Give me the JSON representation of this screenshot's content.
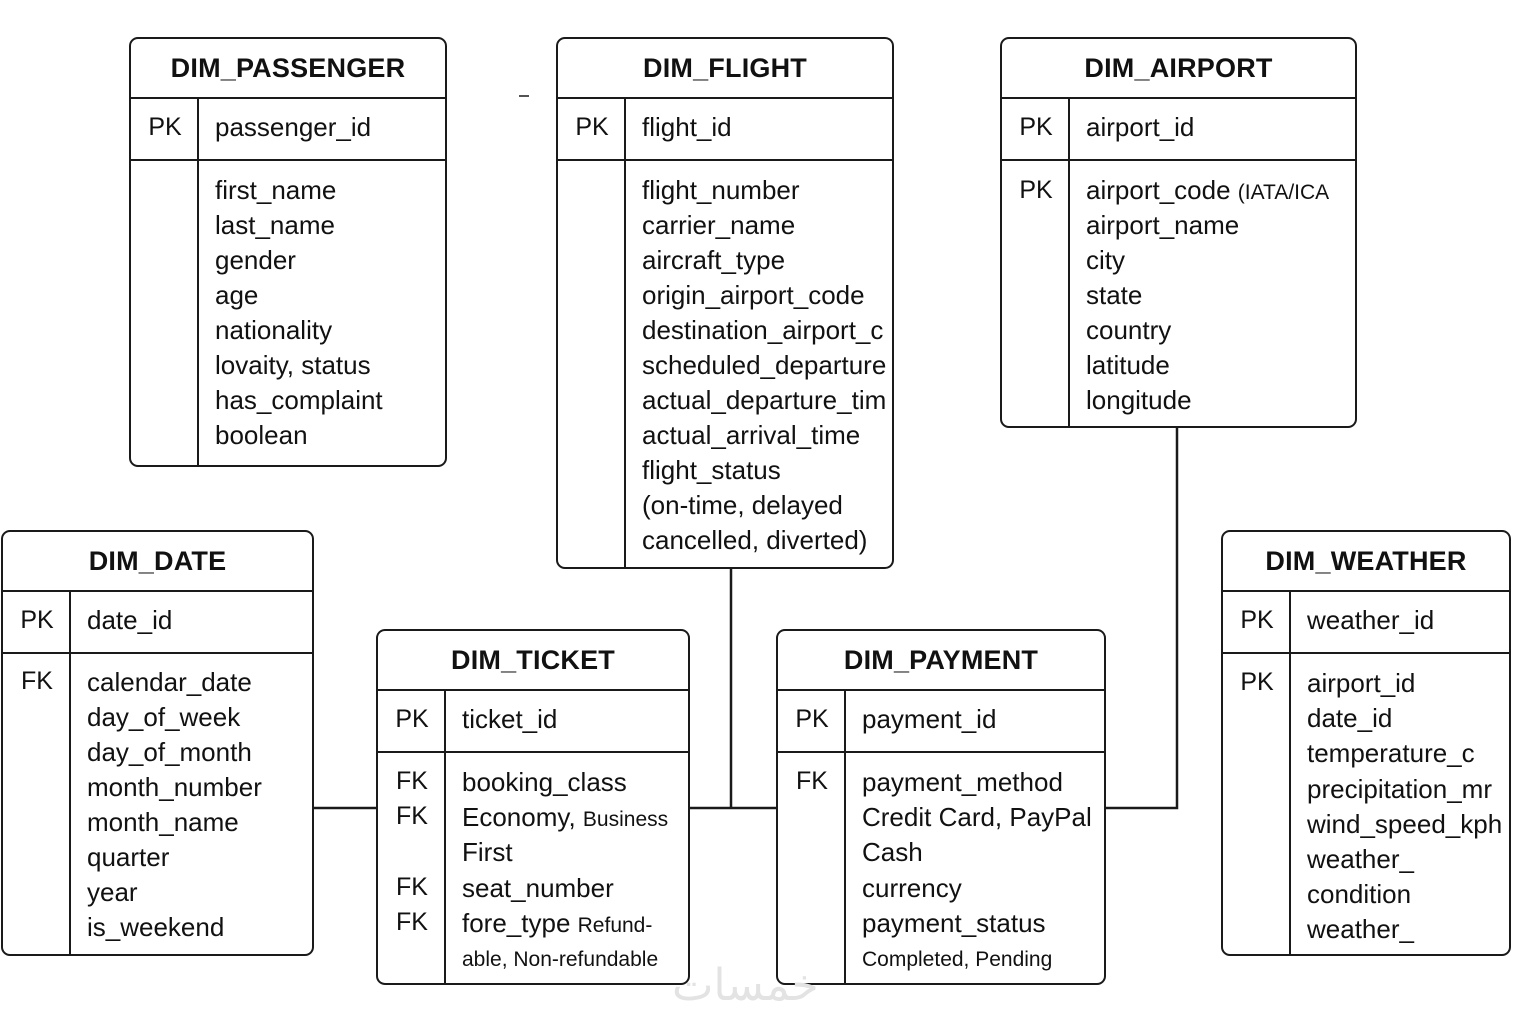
{
  "watermark": "خمسات",
  "entities": {
    "passenger": {
      "title": "DIM_PASSENGER",
      "pk_key": "PK",
      "pk_field": "passenger_id",
      "fields": [
        "first_name",
        "last_name",
        "gender",
        "age",
        "nationality",
        "lovaity, status",
        "has_complaint",
        "boolean"
      ]
    },
    "flight": {
      "title": "DIM_FLIGHT",
      "pk_key": "PK",
      "pk_field": "flight_id",
      "fields": [
        "flight_number",
        "carrier_name",
        "aircraft_type",
        "origin_airport_code",
        "destination_airport_c",
        "scheduled_departure",
        "actual_departure_tim",
        "actual_arrival_time",
        "flight_status",
        "(on-time, delayed",
        "cancelled, diverted)"
      ]
    },
    "airport": {
      "title": "DIM_AIRPORT",
      "pk_key": "PK",
      "pk_field": "airport_id",
      "key2": "PK",
      "code_field": "airport_code",
      "code_note": "(IATA/ICA",
      "fields": [
        "airport_name",
        "city",
        "state",
        "country",
        "latitude",
        "longitude"
      ]
    },
    "date": {
      "title": "DIM_DATE",
      "pk_key": "PK",
      "pk_field": "date_id",
      "key2": "FK",
      "fields": [
        "calendar_date",
        "day_of_week",
        "day_of_month",
        "month_number",
        "month_name",
        "quarter",
        "year",
        "is_weekend"
      ]
    },
    "ticket": {
      "title": "DIM_TICKET",
      "pk_key": "PK",
      "pk_field": "ticket_id",
      "fk1": "FK",
      "fk2": "FK",
      "fk3": "FK",
      "fk4": "FK",
      "booking_class": "booking_class",
      "economy": "Economy,",
      "business": "Business",
      "first": "First",
      "seat_number": "seat_number",
      "fore_type": "fore_type",
      "refund": "Refund-",
      "nonrefund": "able, Non-refundable"
    },
    "payment": {
      "title": "DIM_PAYMENT",
      "pk_key": "PK",
      "pk_field": "payment_id",
      "key2": "FK",
      "fields": [
        "payment_method",
        "Credit Card, PayPal",
        "Cash",
        "currency",
        "payment_status"
      ],
      "status_values": "Completed, Pending"
    },
    "weather": {
      "title": "DIM_WEATHER",
      "pk_key": "PK",
      "pk_field": "weather_id",
      "key2": "PK",
      "fields": [
        "airport_id",
        "date_id",
        "temperature_c",
        "precipitation_mr",
        "wind_speed_kph",
        "weather_",
        "condition",
        "weather_"
      ]
    }
  }
}
